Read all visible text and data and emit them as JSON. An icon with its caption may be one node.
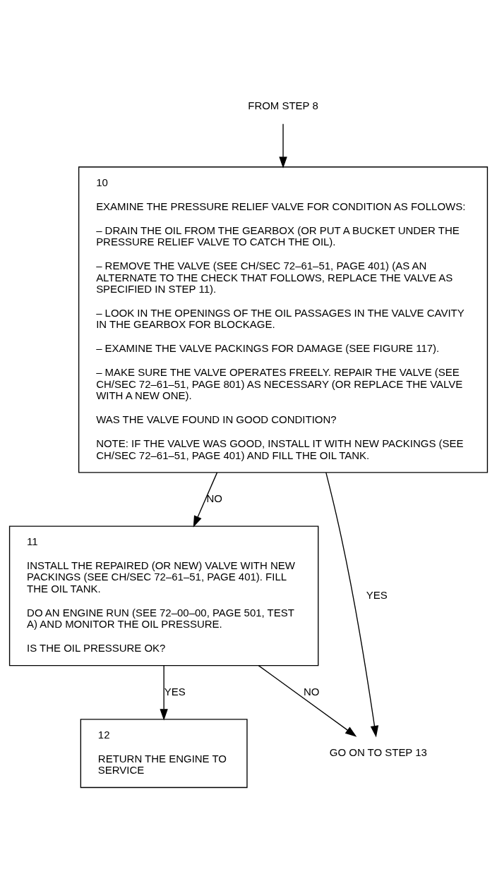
{
  "diagram": {
    "nodes": [
      {
        "text": [
          "FROM STEP 8"
        ]
      },
      {
        "text": [
          "10",
          "EXAMINE THE PRESSURE RELIEF VALVE FOR CONDITION AS FOLLOWS:",
          "– DRAIN THE OIL FROM THE GEARBOX (OR PUT A BUCKET UNDER THE PRESSURE RELIEF VALVE TO CATCH THE OIL).",
          "– REMOVE THE VALVE (SEE CH/SEC 72–61–51, PAGE 401) (AS AN ALTERNATE TO THE CHECK THAT FOLLOWS, REPLACE THE VALVE AS SPECIFIED IN STEP 11).",
          "– LOOK IN THE OPENINGS OF THE OIL PASSAGES IN THE VALVE CAVITY IN THE GEARBOX FOR BLOCKAGE.",
          "– EXAMINE THE VALVE PACKINGS FOR DAMAGE (SEE FIGURE 117).",
          "– MAKE SURE THE VALVE OPERATES FREELY. REPAIR THE VALVE (SEE CH/SEC 72–61–51, PAGE 801) AS NECESSARY (OR REPLACE THE VALVE WITH A NEW ONE).",
          "WAS THE VALVE FOUND IN GOOD CONDITION?",
          "NOTE: IF THE VALVE WAS GOOD, INSTALL IT WITH NEW PACKINGS (SEE CH/SEC 72–61–51, PAGE 401) AND FILL THE OIL TANK."
        ]
      },
      {
        "text": [
          "11",
          "INSTALL THE REPAIRED (OR NEW) VALVE WITH NEW PACKINGS (SEE CH/SEC 72–61–51, PAGE 401). FILL THE OIL TANK.",
          "DO AN ENGINE RUN (SEE 72–00–00, PAGE 501, TEST A) AND MONITOR THE OIL PRESSURE.",
          "IS THE OIL PRESSURE OK?"
        ]
      },
      {
        "text": [
          "12",
          "RETURN THE ENGINE TO SERVICE"
        ]
      },
      {
        "text": [
          "GO ON TO STEP 13"
        ]
      }
    ],
    "edges": [
      {
        "from": 0,
        "to": 1,
        "arrow": "to"
      },
      {
        "from": 1,
        "to": 4,
        "label": "YES",
        "arrow": "to"
      },
      {
        "from": 1,
        "to": 2,
        "label": "NO",
        "arrow": "to"
      },
      {
        "from": 2,
        "to": 4,
        "label": "NO",
        "arrow": "to"
      },
      {
        "from": 2,
        "to": 3,
        "label": "YES",
        "arrow": "to"
      }
    ]
  }
}
